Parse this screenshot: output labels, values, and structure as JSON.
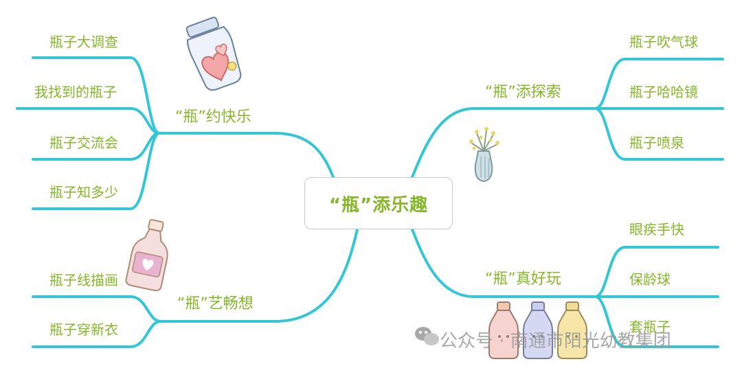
{
  "center": {
    "title": "“瓶”添乐趣"
  },
  "branches": [
    {
      "title": "“瓶”约快乐",
      "items": [
        "瓶子大调查",
        "我找到的瓶子",
        "瓶子交流会",
        "瓶子知多少"
      ]
    },
    {
      "title": "“瓶”艺畅想",
      "items": [
        "瓶子线描画",
        "瓶子穿新衣"
      ]
    },
    {
      "title": "“瓶”添探索",
      "items": [
        "瓶子吹气球",
        "瓶子哈哈镜",
        "瓶子喷泉"
      ]
    },
    {
      "title": "“瓶”真好玩",
      "items": [
        "眼疾手快",
        "保龄球",
        "套瓶子"
      ]
    }
  ],
  "watermark": "公众号 · 南通市阳光幼教集团",
  "colors": {
    "line": "#33c7d6",
    "text": "#86b729",
    "border": "#c9c9c9"
  },
  "icons": [
    "heart-jar-icon",
    "flower-vase-icon",
    "pink-bottle-icon",
    "three-bottles-icon",
    "wechat-icon"
  ]
}
